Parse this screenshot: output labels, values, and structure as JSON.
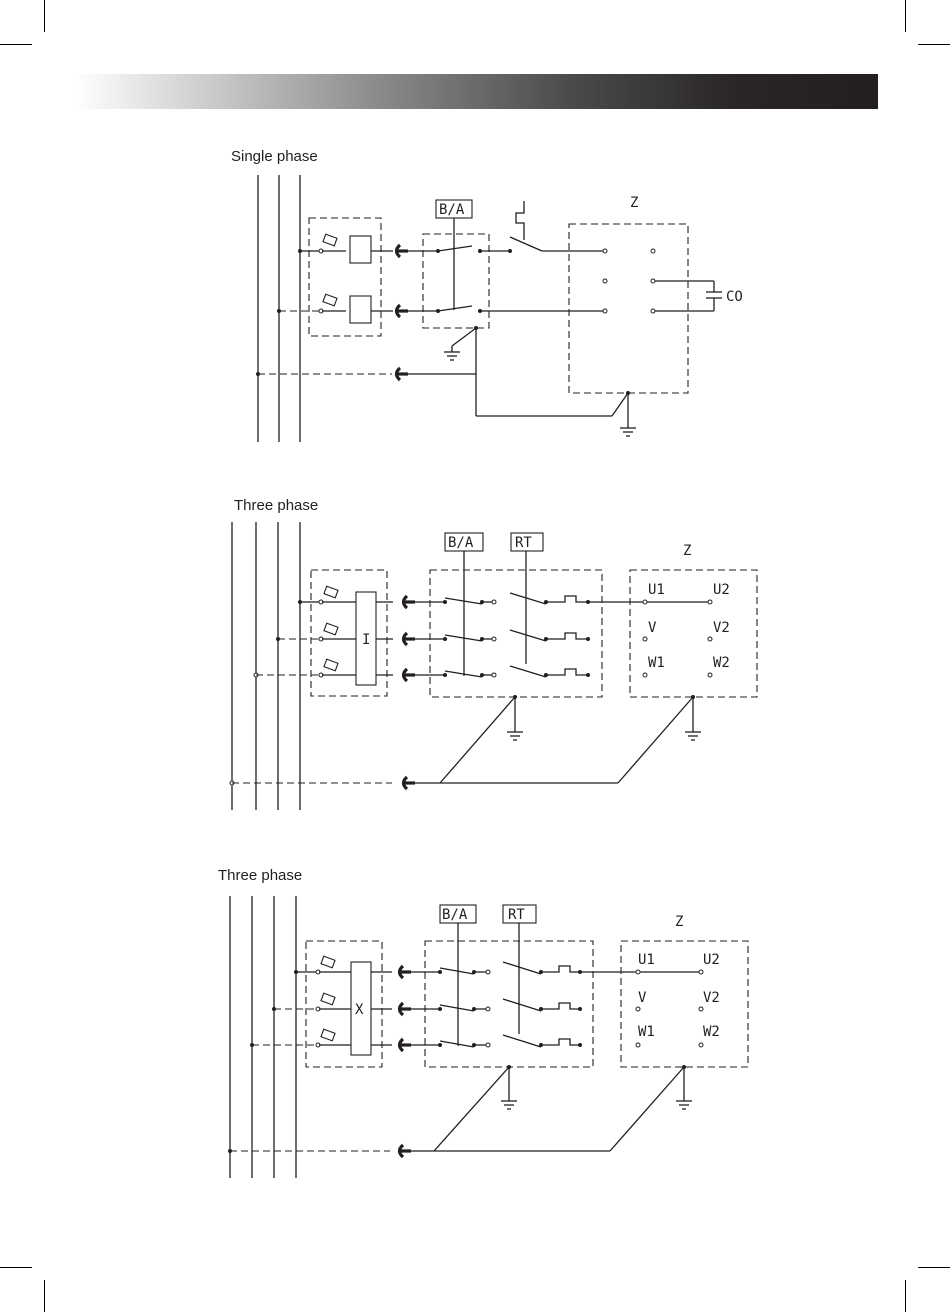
{
  "sections": [
    {
      "title": "Single phase",
      "labels": {
        "switch": "B/A",
        "load": "Z",
        "capacitor": "CO"
      }
    },
    {
      "title": "Three phase",
      "labels": {
        "switch": "B/A",
        "relay": "RT",
        "load": "Z",
        "breaker": "I",
        "u1": "U1",
        "u2": "U2",
        "v1": "V",
        "v2": "V2",
        "w1": "W1",
        "w2": "W2"
      }
    },
    {
      "title": "Three phase",
      "labels": {
        "switch": "B/A",
        "relay": "RT",
        "load": "Z",
        "breaker": "X",
        "u1": "U1",
        "u2": "U2",
        "v1": "V",
        "v2": "V2",
        "w1": "W1",
        "w2": "W2"
      }
    }
  ],
  "colors": {
    "ink": "#231f20",
    "header_dark": "#231f20"
  }
}
